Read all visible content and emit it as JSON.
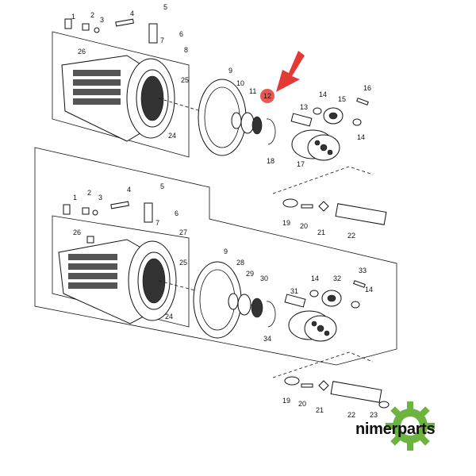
{
  "colors": {
    "accent_red": "#e53935",
    "brand_green": "#6db33f",
    "line": "#111111"
  },
  "brand": {
    "name": "nimerparts"
  },
  "upper": {
    "labels": [
      "1",
      "2",
      "3",
      "4",
      "5",
      "6",
      "7",
      "8",
      "9",
      "10",
      "11",
      "12",
      "13",
      "14",
      "15",
      "16",
      "14",
      "17",
      "18",
      "24",
      "25",
      "26"
    ]
  },
  "lower": {
    "labels": [
      "1",
      "2",
      "3",
      "4",
      "5",
      "6",
      "7",
      "26",
      "27",
      "25",
      "24",
      "9",
      "28",
      "29",
      "30",
      "31",
      "14",
      "32",
      "33",
      "14",
      "34"
    ]
  },
  "detail_upper": {
    "labels": [
      "19",
      "20",
      "21",
      "22"
    ]
  },
  "detail_lower": {
    "labels": [
      "19",
      "20",
      "21",
      "22",
      "23"
    ]
  },
  "highlight": {
    "label": "12"
  }
}
